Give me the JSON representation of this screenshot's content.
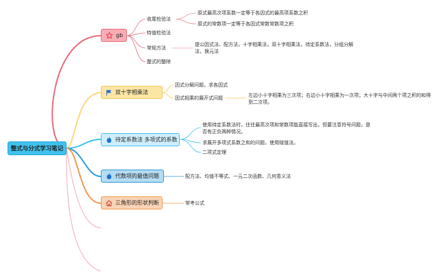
{
  "root": {
    "label": "整式与分式学习笔记"
  },
  "branches": [
    {
      "id": "b1",
      "label": "gb",
      "icon": "star-icon",
      "color": "#e86b79",
      "children": [
        {
          "label": "收尾检验法",
          "children": [
            "原式最高次项系数一定等于各因式的最高项系数之积",
            "原式的常数项一定等于各因式常数常数项之积"
          ]
        },
        {
          "label": "特值检验法",
          "children": []
        },
        {
          "label": "常规方法",
          "children": [
            "提公因式法、配方法，十字相乘法，双十字相乘法，待定系数法，分组分解法，换元法"
          ]
        },
        {
          "label": "整式的整除",
          "children": []
        }
      ]
    },
    {
      "id": "b2",
      "label": "双十字相乘法",
      "icon": "flag-icon",
      "color": "#f2c95b",
      "children": [
        {
          "label": "因式分解问题，求各因式",
          "children": []
        },
        {
          "label": "因式相乘的展开式问题",
          "children": [
            "左边小十字相乘为三次项；右边小十字相乘为一次项；大十字与中间两个项之积的和得到二次项。"
          ]
        }
      ]
    },
    {
      "id": "b3",
      "label": "待定系数法 多项式的系数",
      "icon": "flame-icon",
      "color": "#3fc2ef",
      "children": [
        {
          "label": "使用待定系数法时，往往最高次项和常数项能直接写出，但要注意符号问题，是否有正负两种情况。",
          "children": []
        },
        {
          "label": "求展开多项式系数之和的问题，使用赋值法。",
          "children": []
        },
        {
          "label": "二项式定理",
          "children": []
        }
      ]
    },
    {
      "id": "b4",
      "label": "代数项的最值问题",
      "icon": "flame-icon",
      "color": "#2f9ad6",
      "children": [
        {
          "label": "配方法、均值不等式、一元二次函数、几何意义法",
          "children": []
        }
      ]
    },
    {
      "id": "b5",
      "label": "三角形的形状判断",
      "icon": "home-icon",
      "color": "#ef9a51",
      "children": [
        {
          "label": "常考公式",
          "children": []
        }
      ]
    }
  ]
}
